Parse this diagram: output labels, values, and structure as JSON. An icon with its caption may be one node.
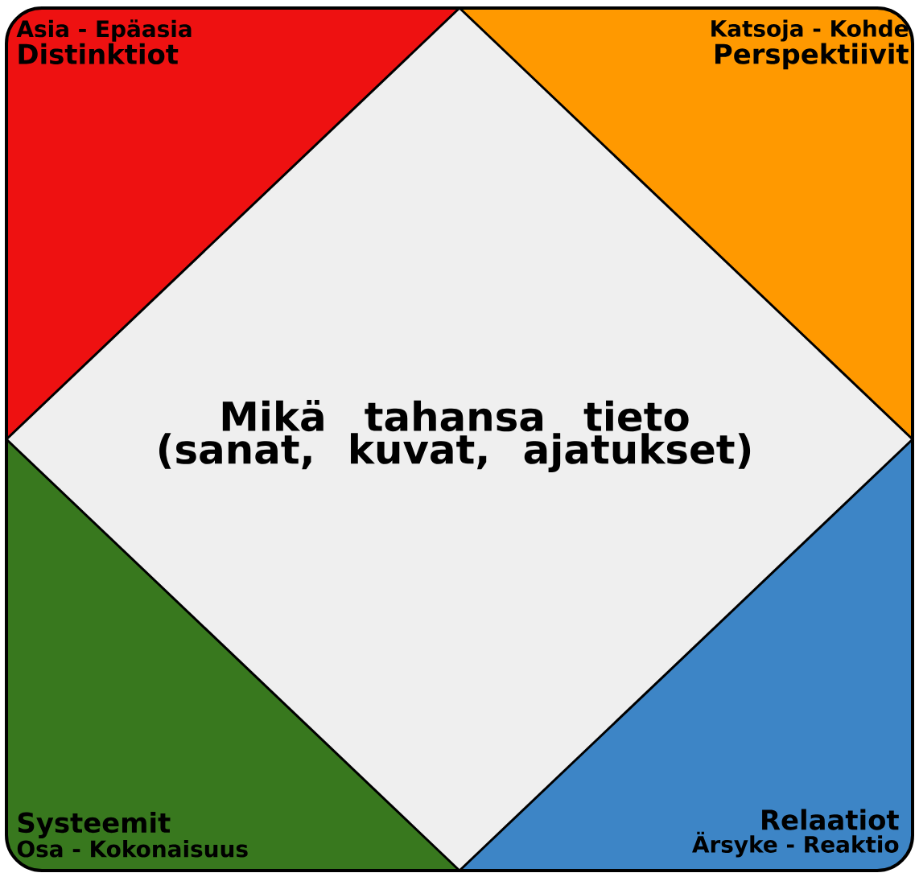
{
  "diagram": {
    "nodes": [
      {
        "text": [
          "Asia - Epäasia",
          "Distinktiot"
        ]
      },
      {
        "text": [
          "Katsoja - Kohde",
          "Perspektiivit"
        ]
      },
      {
        "text": [
          "Systeemit",
          "Osa - Kokonaisuus"
        ]
      },
      {
        "text": [
          "Relaatiot",
          "Ärsyke - Reaktio"
        ]
      },
      {
        "text": [
          "Mikä tahansa tieto (sanat, kuvat, ajatukset)"
        ]
      }
    ]
  }
}
